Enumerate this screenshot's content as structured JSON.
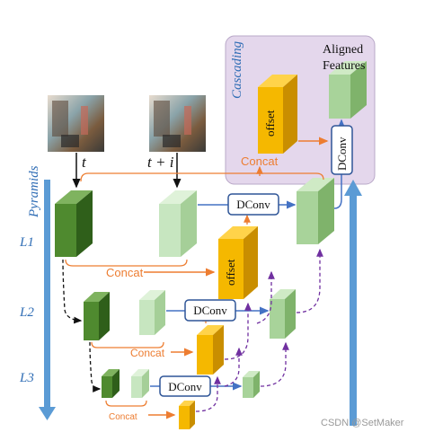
{
  "labels": {
    "frame_t": "t",
    "frame_t_plus_i": "t + i",
    "pyramids": "Pyramids",
    "cascading": "Cascading",
    "aligned_features": [
      "Aligned",
      "Features"
    ],
    "level_l1": "L1",
    "level_l2": "L2",
    "level_l3": "L3",
    "concat": "Concat",
    "dconv": "DConv",
    "offset": "offset",
    "watermark": "CSDN @SetMaker"
  },
  "colors": {
    "cascade_panel": "#e4d7ec",
    "cascade_border": "#b9a8c8",
    "pyramid_arrow": "#5b9bd5",
    "orange": "#ed7d31",
    "offset_fill": "#f5b800",
    "dark_green": "#4f8a2f",
    "light_green": "#c7e6c0",
    "mid_green": "#9fd08f",
    "purple": "#7030a0",
    "dconv_border": "#2f5597",
    "blue_text": "#2f6db5"
  }
}
